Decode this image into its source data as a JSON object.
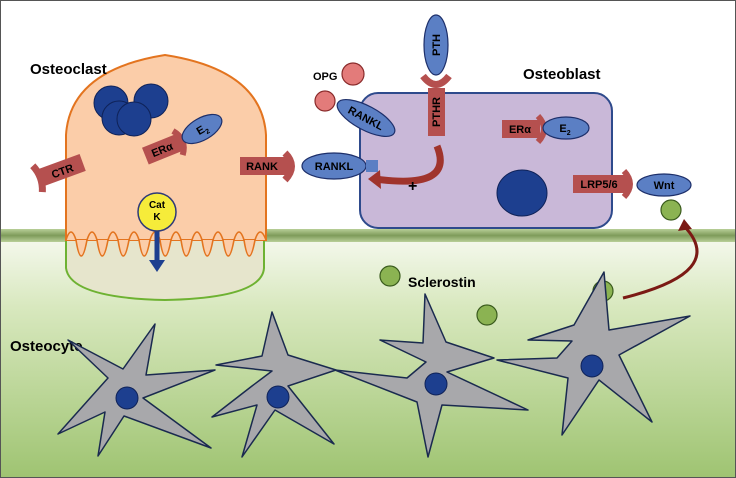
{
  "labels": {
    "osteoclast": "Osteoclast",
    "osteoblast": "Osteoblast",
    "osteocyte": "Osteocyte",
    "sclerostin": "Sclerostin",
    "opg": "OPG",
    "pth": "PTH",
    "pthr": "PTHR",
    "rankl": "RANKL",
    "rank": "RANK",
    "ctr": "CTR",
    "era": "ERα",
    "e2_main": "E",
    "e2_sub": "2",
    "lrp": "LRP5/6",
    "wnt": "Wnt",
    "catk_line1": "Cat",
    "catk_line2": "K",
    "plus": "+"
  },
  "colors": {
    "receptor": "#b5504f",
    "ligand": "#5b7fc4",
    "nucleus": "#1d3f8f",
    "osteoclast_fill": "#fbcda9",
    "osteoclast_stroke": "#e3741f",
    "osteoblast_fill": "#c9b8d8",
    "osteoblast_stroke": "#2e4a8c",
    "sclerostin": "#8bb352",
    "osteocyte_fill": "#a8a8ab",
    "catk": "#f6ec3a",
    "arrow": "#7b1a14"
  }
}
